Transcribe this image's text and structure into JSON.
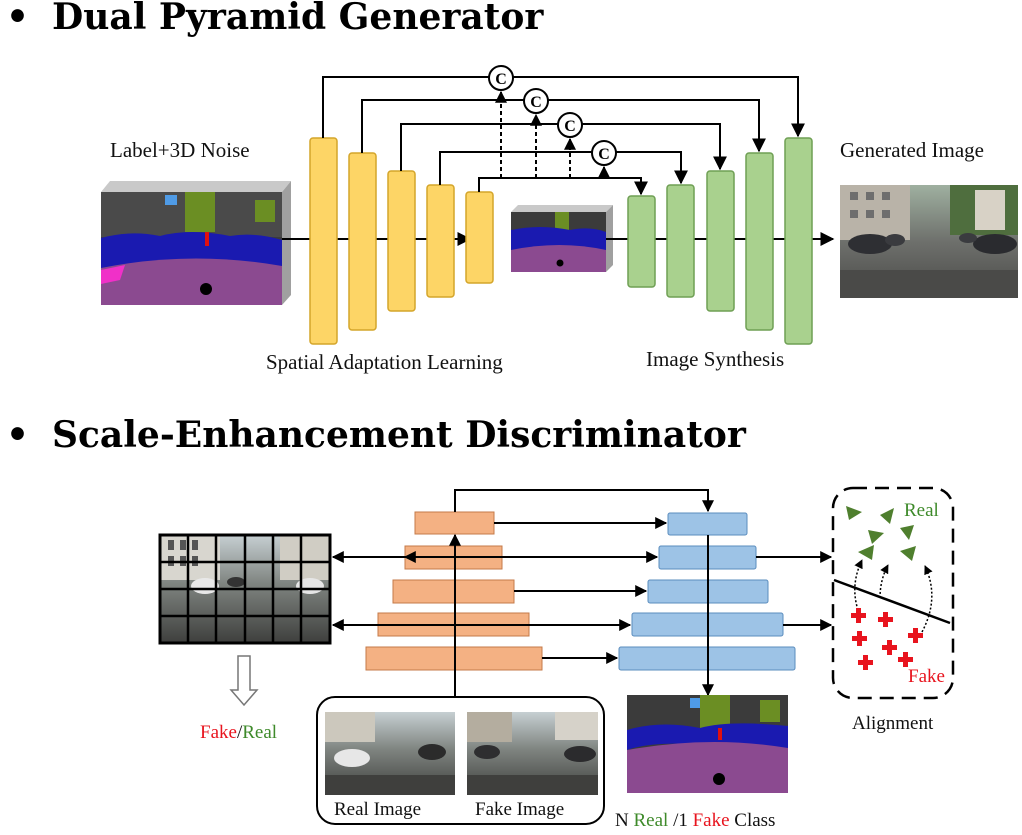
{
  "sections": [
    {
      "bullet": "•",
      "title": "Dual Pyramid Generator"
    },
    {
      "bullet": "•",
      "title": "Scale-Enhancement Discriminator"
    }
  ],
  "generator": {
    "input_label": "Label+3D Noise",
    "output_label": "Generated Image",
    "encoder_label": "Spatial Adaptation Learning",
    "decoder_label": "Image Synthesis",
    "concat_symbol": "C"
  },
  "discriminator": {
    "fake_real": {
      "fake": "Fake",
      "sep": "/",
      "real": "Real"
    },
    "real_image_label": "Real Image",
    "fake_image_label": "Fake Image",
    "class_label": {
      "prefix": "N ",
      "real": "Real",
      "mid": " /1 ",
      "fake": "Fake",
      "suffix": " Class"
    },
    "alignment_label": "Alignment",
    "real_tag": "Real",
    "fake_tag": "Fake"
  },
  "colors": {
    "encoder_yellow": "#fdd566",
    "decoder_green": "#a9d18e",
    "disc_orange": "#f4b183",
    "disc_blue": "#9dc3e6",
    "real_green": "#3e8a2a",
    "fake_red": "#e8141e"
  }
}
